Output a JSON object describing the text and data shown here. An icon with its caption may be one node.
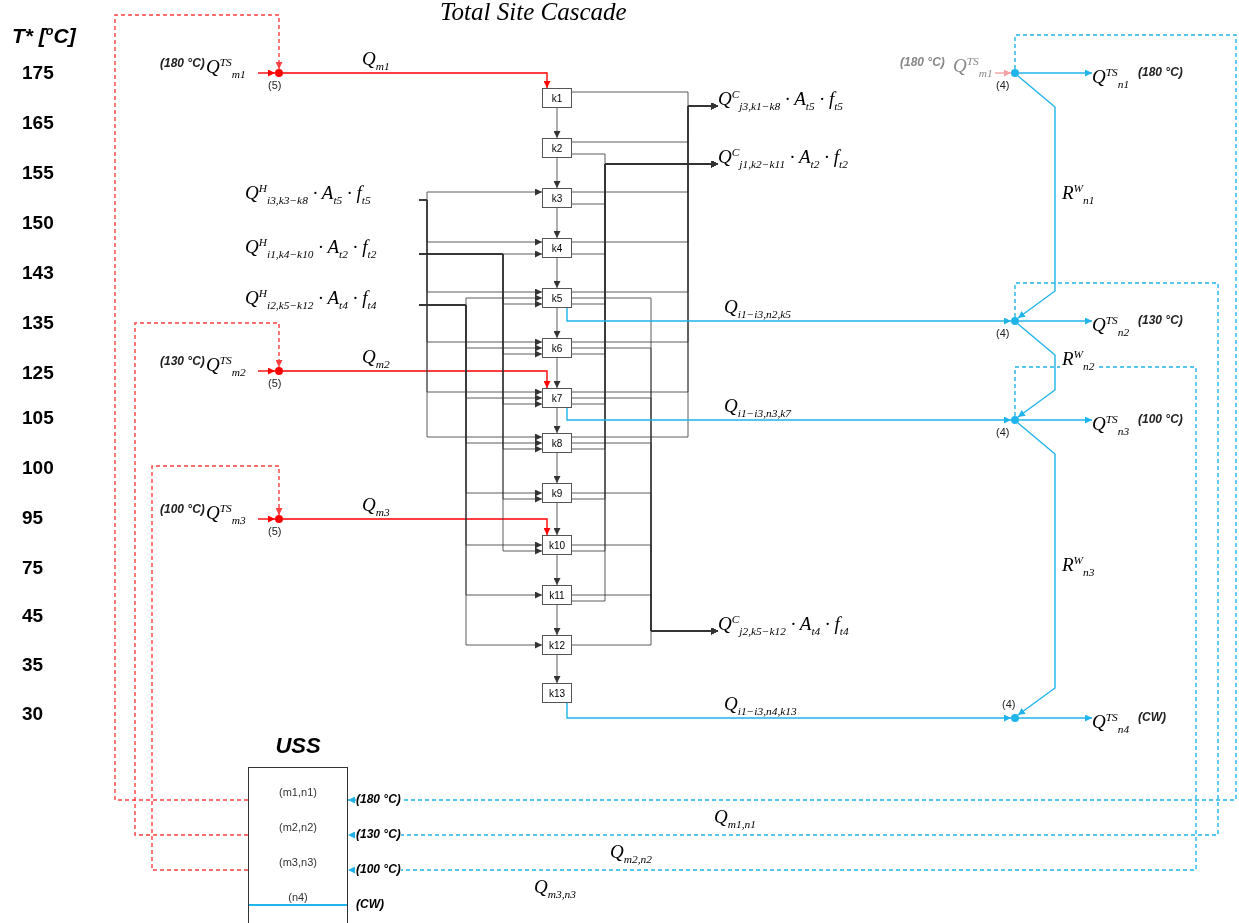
{
  "diagram": {
    "title": "Total Site Cascade",
    "nodes": [
      {
        "text": [
          "Q$^{TS}$$_{m1}$"
        ],
        "beside": [
          "(180 °C)"
        ]
      },
      {
        "text": [
          "Q$^{TS}$$_{m2}$"
        ],
        "beside": [
          "(130 °C)"
        ]
      },
      {
        "text": [
          "Q$^{TS}$$_{m3}$"
        ],
        "beside": [
          "(100 °C)"
        ]
      },
      {
        "text": [],
        "shape": "circle",
        "beside": [
          "(5)"
        ]
      },
      {
        "text": [],
        "shape": "circle",
        "beside": [
          "(5)"
        ]
      },
      {
        "text": [],
        "shape": "circle",
        "beside": [
          "(5)"
        ]
      },
      {
        "text": [
          "Q$^{H}$$_{i3,k3−k8}$ · A$_{t5}$ · f$_{t5}$"
        ]
      },
      {
        "text": [
          "Q$^{H}$$_{i1,k4−k10}$ · A$_{t2}$ · f$_{t2}$"
        ]
      },
      {
        "text": [
          "Q$^{H}$$_{i2,k5−k12}$ · A$_{t4}$ · f$_{t4}$"
        ]
      },
      {
        "text": [
          "k1"
        ]
      },
      {
        "text": [
          "k2"
        ]
      },
      {
        "text": [
          "k3"
        ]
      },
      {
        "text": [
          "k4"
        ]
      },
      {
        "text": [
          "k5"
        ]
      },
      {
        "text": [
          "k6"
        ]
      },
      {
        "text": [
          "k7"
        ]
      },
      {
        "text": [
          "k8"
        ]
      },
      {
        "text": [
          "k9"
        ]
      },
      {
        "text": [
          "k10"
        ]
      },
      {
        "text": [
          "k11"
        ]
      },
      {
        "text": [
          "k12"
        ]
      },
      {
        "text": [
          "k13"
        ]
      },
      {
        "text": [
          "Q$^{C}$$_{j3,k1−k8}$ · A$_{t5}$ · f$_{t5}$"
        ]
      },
      {
        "text": [
          "Q$^{C}$$_{j1,k2−k11}$ · A$_{t2}$ · f$_{t2}$"
        ]
      },
      {
        "text": [
          "Q$^{C}$$_{j2,k5−k12}$ · A$_{t4}$ · f$_{t4}$"
        ]
      },
      {
        "text": [
          "Q$^{TS}$$_{m1}$"
        ],
        "beside": [
          "(180 °C)"
        ]
      },
      {
        "text": [],
        "shape": "circle",
        "beside": [
          "(4)"
        ]
      },
      {
        "text": [],
        "shape": "circle",
        "beside": [
          "(4)"
        ]
      },
      {
        "text": [],
        "shape": "circle",
        "beside": [
          "(4)"
        ]
      },
      {
        "text": [],
        "shape": "circle",
        "beside": [
          "(4)"
        ]
      },
      {
        "text": [
          "Q$^{TS}$$_{n1}$"
        ],
        "beside": [
          "(180 °C)"
        ]
      },
      {
        "text": [
          "Q$^{TS}$$_{n2}$"
        ],
        "beside": [
          "(130 °C)"
        ]
      },
      {
        "text": [
          "Q$^{TS}$$_{n3}$"
        ],
        "beside": [
          "(100 °C)"
        ]
      },
      {
        "text": [
          "Q$^{TS}$$_{n4}$"
        ],
        "beside": [
          "(CW)"
        ]
      },
      {
        "text": [
          "USS",
          "(m1,n1)",
          "(m2,n2)",
          "(m3,n3)",
          "(n4)"
        ]
      }
    ],
    "edges": [
      {
        "from": 0,
        "to": 3,
        "arrow": "to",
        "color": "#ff0000"
      },
      {
        "from": 1,
        "to": 4,
        "arrow": "to",
        "color": "#ff0000"
      },
      {
        "from": 2,
        "to": 5,
        "arrow": "to",
        "color": "#ff0000"
      },
      {
        "from": 3,
        "to": 9,
        "arrow": "to",
        "color": "#ff0000",
        "label": "Q$_{m1}$"
      },
      {
        "from": 4,
        "to": 15,
        "arrow": "to",
        "color": "#ff0000",
        "label": "Q$_{m2}$"
      },
      {
        "from": 5,
        "to": 18,
        "arrow": "to",
        "color": "#ff0000",
        "label": "Q$_{m3}$"
      },
      {
        "from": 9,
        "to": 10,
        "arrow": "to"
      },
      {
        "from": 10,
        "to": 11,
        "arrow": "to"
      },
      {
        "from": 11,
        "to": 12,
        "arrow": "to"
      },
      {
        "from": 12,
        "to": 13,
        "arrow": "to"
      },
      {
        "from": 13,
        "to": 14,
        "arrow": "to"
      },
      {
        "from": 14,
        "to": 15,
        "arrow": "to"
      },
      {
        "from": 15,
        "to": 16,
        "arrow": "to"
      },
      {
        "from": 16,
        "to": 17,
        "arrow": "to"
      },
      {
        "from": 17,
        "to": 18,
        "arrow": "to"
      },
      {
        "from": 18,
        "to": 19,
        "arrow": "to"
      },
      {
        "from": 19,
        "to": 20,
        "arrow": "to"
      },
      {
        "from": 20,
        "to": 21,
        "arrow": "to"
      },
      {
        "from": 6,
        "to": 11,
        "arrow": "to"
      },
      {
        "from": 6,
        "to": 12,
        "arrow": "to"
      },
      {
        "from": 6,
        "to": 13,
        "arrow": "to"
      },
      {
        "from": 6,
        "to": 14,
        "arrow": "to"
      },
      {
        "from": 6,
        "to": 15,
        "arrow": "to"
      },
      {
        "from": 6,
        "to": 16,
        "arrow": "to"
      },
      {
        "from": 7,
        "to": 12,
        "arrow": "to"
      },
      {
        "from": 7,
        "to": 13,
        "arrow": "to"
      },
      {
        "from": 7,
        "to": 14,
        "arrow": "to"
      },
      {
        "from": 7,
        "to": 15,
        "arrow": "to"
      },
      {
        "from": 7,
        "to": 16,
        "arrow": "to"
      },
      {
        "from": 7,
        "to": 17,
        "arrow": "to"
      },
      {
        "from": 7,
        "to": 18,
        "arrow": "to"
      },
      {
        "from": 8,
        "to": 13,
        "arrow": "to"
      },
      {
        "from": 8,
        "to": 14,
        "arrow": "to"
      },
      {
        "from": 8,
        "to": 15,
        "arrow": "to"
      },
      {
        "from": 8,
        "to": 16,
        "arrow": "to"
      },
      {
        "from": 8,
        "to": 17,
        "arrow": "to"
      },
      {
        "from": 8,
        "to": 18,
        "arrow": "to"
      },
      {
        "from": 8,
        "to": 19,
        "arrow": "to"
      },
      {
        "from": 8,
        "to": 20,
        "arrow": "to"
      },
      {
        "from": 9,
        "to": 22,
        "arrow": "to"
      },
      {
        "from": 10,
        "to": 22,
        "arrow": "to"
      },
      {
        "from": 11,
        "to": 22,
        "arrow": "to"
      },
      {
        "from": 12,
        "to": 22,
        "arrow": "to"
      },
      {
        "from": 13,
        "to": 22,
        "arrow": "to"
      },
      {
        "from": 14,
        "to": 22,
        "arrow": "to"
      },
      {
        "from": 15,
        "to": 22,
        "arrow": "to"
      },
      {
        "from": 16,
        "to": 22,
        "arrow": "to"
      },
      {
        "from": 10,
        "to": 23,
        "arrow": "to"
      },
      {
        "from": 11,
        "to": 23,
        "arrow": "to"
      },
      {
        "from": 12,
        "to": 23,
        "arrow": "to"
      },
      {
        "from": 13,
        "to": 23,
        "arrow": "to"
      },
      {
        "from": 14,
        "to": 23,
        "arrow": "to"
      },
      {
        "from": 15,
        "to": 23,
        "arrow": "to"
      },
      {
        "from": 16,
        "to": 23,
        "arrow": "to"
      },
      {
        "from": 17,
        "to": 23,
        "arrow": "to"
      },
      {
        "from": 18,
        "to": 23,
        "arrow": "to"
      },
      {
        "from": 19,
        "to": 23,
        "arrow": "to"
      },
      {
        "from": 13,
        "to": 24,
        "arrow": "to"
      },
      {
        "from": 14,
        "to": 24,
        "arrow": "to"
      },
      {
        "from": 15,
        "to": 24,
        "arrow": "to"
      },
      {
        "from": 16,
        "to": 24,
        "arrow": "to"
      },
      {
        "from": 17,
        "to": 24,
        "arrow": "to"
      },
      {
        "from": 18,
        "to": 24,
        "arrow": "to"
      },
      {
        "from": 19,
        "to": 24,
        "arrow": "to"
      },
      {
        "from": 20,
        "to": 24,
        "arrow": "to"
      },
      {
        "from": 13,
        "to": 27,
        "arrow": "to",
        "color": "#1fb4ea",
        "label": "Q$_{i1−i3,n2,k5}$"
      },
      {
        "from": 15,
        "to": 28,
        "arrow": "to",
        "color": "#1fb4ea",
        "label": "Q$_{i1−i3,n3,k7}$"
      },
      {
        "from": 21,
        "to": 29,
        "arrow": "to",
        "color": "#1fb4ea",
        "label": "Q$_{i1−i3,n4,k13}$"
      },
      {
        "from": 26,
        "to": 30,
        "arrow": "to",
        "color": "#1fb4ea"
      },
      {
        "from": 27,
        "to": 31,
        "arrow": "to",
        "color": "#1fb4ea"
      },
      {
        "from": 28,
        "to": 32,
        "arrow": "to",
        "color": "#1fb4ea"
      },
      {
        "from": 29,
        "to": 33,
        "arrow": "to",
        "color": "#1fb4ea"
      },
      {
        "from": 26,
        "to": 27,
        "arrow": "to",
        "color": "#1fb4ea",
        "label": "R$^{W}$$_{n1}$"
      },
      {
        "from": 27,
        "to": 28,
        "arrow": "to",
        "color": "#1fb4ea",
        "label": "R$^{W}$$_{n2}$"
      },
      {
        "from": 28,
        "to": 29,
        "arrow": "to",
        "color": "#1fb4ea",
        "label": "R$^{W}$$_{n3}$"
      },
      {
        "from": 25,
        "to": 26,
        "arrow": "to",
        "color": "#f4a0a0"
      },
      {
        "from": 26,
        "to": 34,
        "arrow": "to",
        "style": "dashed",
        "color": "#1fb4ea",
        "label": "Q$_{m1,n1}$"
      },
      {
        "from": 27,
        "to": 34,
        "arrow": "to",
        "style": "dashed",
        "color": "#1fb4ea",
        "label": "Q$_{m2,n2}$"
      },
      {
        "from": 28,
        "to": 34,
        "arrow": "to",
        "style": "dashed",
        "color": "#1fb4ea",
        "label": "Q$_{m3,n3}$"
      },
      {
        "from": 34,
        "to": 3,
        "arrow": "to",
        "style": "dashed",
        "color": "#ff4040"
      },
      {
        "from": 34,
        "to": 4,
        "arrow": "to",
        "style": "dashed",
        "color": "#ff4040"
      },
      {
        "from": 34,
        "to": 5,
        "arrow": "to",
        "style": "dashed",
        "color": "#ff4040"
      }
    ],
    "labels": [
      "T* [$^{o}$C]",
      "175",
      "165",
      "155",
      "150",
      "143",
      "135",
      "125",
      "105",
      "100",
      "95",
      "75",
      "45",
      "35",
      "30",
      "(180 °C)",
      "(130 °C)",
      "(100 °C)",
      "(CW)"
    ]
  }
}
